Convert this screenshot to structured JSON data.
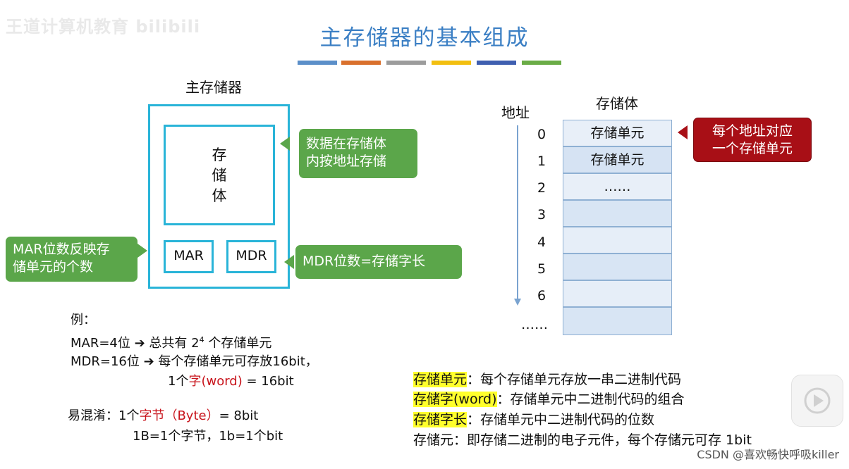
{
  "watermark": "王道计算机教育 bilibili",
  "title": "主存储器的基本组成",
  "color_bar": [
    "#5b8fc9",
    "#d9702c",
    "#9c9c9c",
    "#f2bf10",
    "#3f5fb0",
    "#6aac46"
  ],
  "diagram": {
    "main_memory_label": "主存储器",
    "storage_body_chars": [
      "存",
      "储",
      "体"
    ],
    "mar": "MAR",
    "mdr": "MDR",
    "callout_storage": [
      "数据在存储体",
      "内按地址存储"
    ],
    "callout_mar": [
      "MAR位数反映存",
      "储单元的个数"
    ],
    "callout_mdr": "MDR位数=存储字长"
  },
  "storage_table": {
    "address_header": "地址",
    "body_header": "存储体",
    "addresses": [
      "0",
      "1",
      "2",
      "3",
      "4",
      "5",
      "6",
      "……"
    ],
    "cells": [
      "存储单元",
      "存储单元",
      "……",
      "",
      "",
      "",
      "",
      ""
    ],
    "callout": [
      "每个地址对应",
      "一个存储单元"
    ]
  },
  "example": {
    "label": "例：",
    "line1_a": "MAR=4位 ➔ 总共有 2",
    "line1_sup": "4",
    "line1_b": " 个存储单元",
    "line2": "MDR=16位 ➔ 每个存储单元可存放16bit，",
    "line3_a": "1个",
    "line3_red": "字(word)",
    "line3_b": " = 16bit",
    "confuse_a": "易混淆：1个",
    "confuse_red": "字节（Byte）",
    "confuse_b": "= 8bit",
    "confuse_line2": "1B=1个字节，1b=1个bit"
  },
  "definitions": [
    {
      "term": "存储单元",
      "desc": "：每个存储单元存放一串二进制代码",
      "highlight": true
    },
    {
      "term": "存储字(word)",
      "desc": "：存储单元中二进制代码的组合",
      "highlight": true
    },
    {
      "term": "存储字长",
      "desc": "：存储单元中二进制代码的位数",
      "highlight": true
    },
    {
      "term": "存储元",
      "desc": "：即存储二进制的电子元件，每个存储元可存 1bit",
      "highlight": false
    }
  ],
  "credit": "CSDN @喜欢畅快呼吸killer",
  "play_icon": "play-icon"
}
